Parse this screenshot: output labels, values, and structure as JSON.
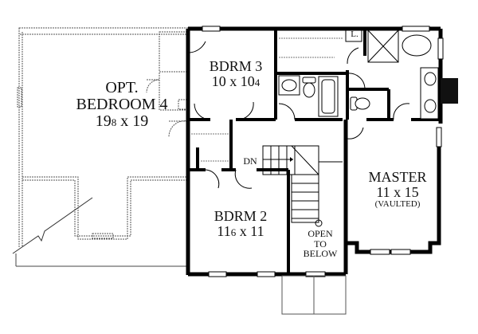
{
  "plan": {
    "rooms": [
      {
        "id": "opt-bedroom-4",
        "name_line1": "OPT.",
        "name_line2": "BEDROOM 4",
        "dim_a": "19",
        "dim_a_frac": "8",
        "dim_sep": " x ",
        "dim_b": "19"
      },
      {
        "id": "bdrm-3",
        "name": "BDRM 3",
        "dim_a": "10 x 10",
        "dim_frac": "4"
      },
      {
        "id": "master",
        "name": "MASTER",
        "dims": "11 x 15",
        "note": "(VAULTED)"
      },
      {
        "id": "bdrm-2",
        "name": "BDRM 2",
        "dim_a": "11",
        "dim_a_frac": "6",
        "dim_sep": " x ",
        "dim_b": "11"
      }
    ],
    "annotations": {
      "stair_direction": "DN",
      "open_line1": "OPEN",
      "open_line2": "TO",
      "open_line3": "BELOW",
      "laundry": "L."
    },
    "colors": {
      "wall": "#000000",
      "dashed": "#555555",
      "background": "#ffffff",
      "chimney": "#111111"
    }
  }
}
